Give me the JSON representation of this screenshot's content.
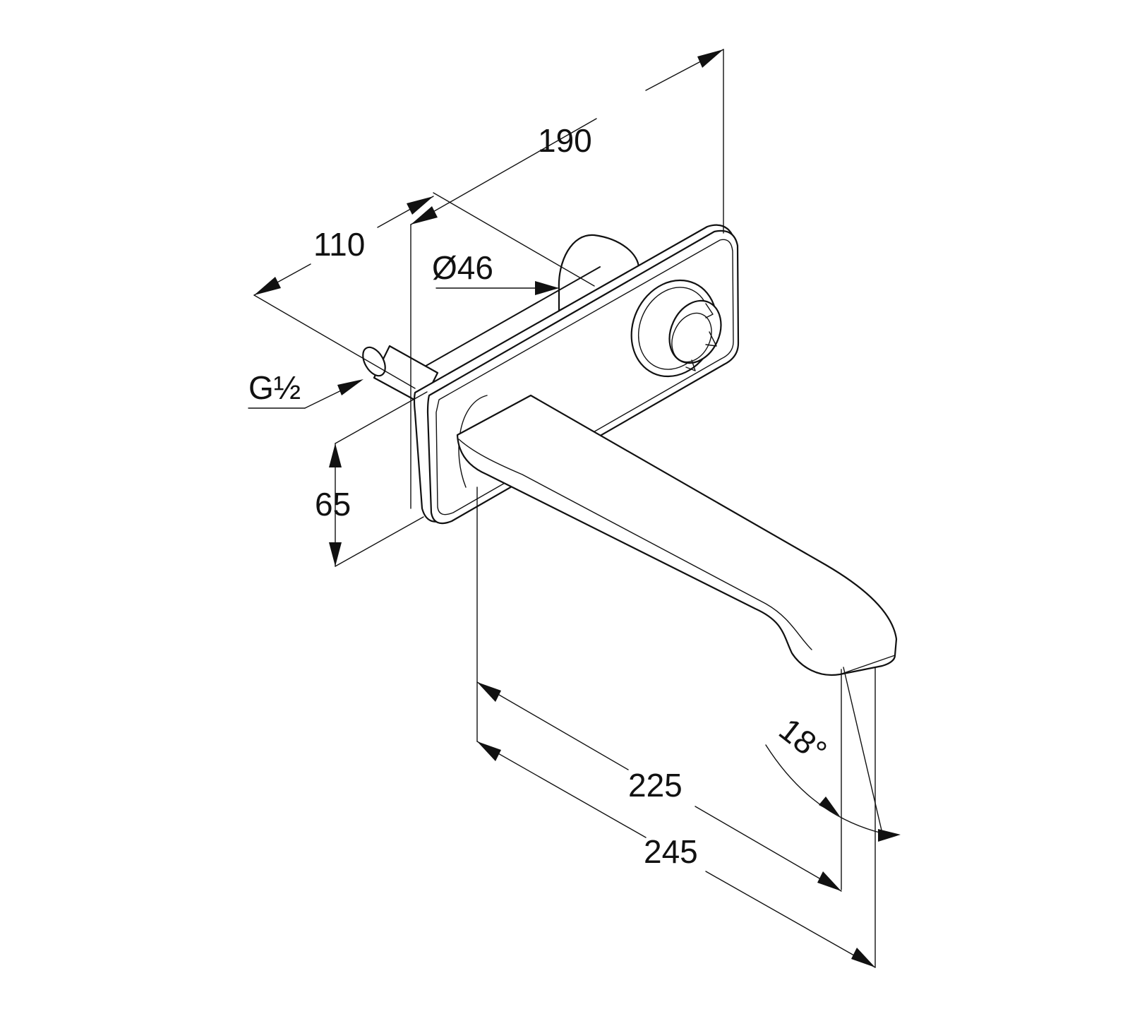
{
  "dimensions": {
    "length_190": "190",
    "depth_110": "110",
    "diameter_46": "Ø46",
    "thread": "G½",
    "height_65": "65",
    "spout_225": "225",
    "spout_245": "245",
    "angle_18": "18°"
  },
  "colors": {
    "line": "#111111",
    "background": "#ffffff"
  }
}
